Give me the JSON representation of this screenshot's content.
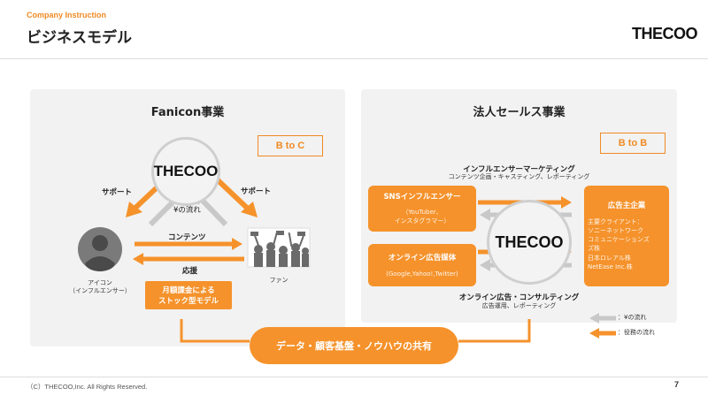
{
  "header": {
    "subtitle": "Company Instruction",
    "title": "ビジネスモデル",
    "logo": "THECOO"
  },
  "left_panel": {
    "title": "Fanicon事業",
    "tag": "B to C",
    "center_logo": "THECOO",
    "support_left": "サポート",
    "support_right": "サポート",
    "money_flow": "¥の流れ",
    "contents": "コンテンツ",
    "support_back": "応援",
    "icon_label_line1": "アイコン",
    "icon_label_line2": "（インフルエンサー）",
    "fan_label": "ファン",
    "model_line1": "月額課金による",
    "model_line2": "ストック型モデル"
  },
  "right_panel": {
    "title": "法人セールス事業",
    "tag": "B to B",
    "top_heading": "インフルエンサーマーケティング",
    "top_sub": "コンテンツ企画・キャスティング、レポーティング",
    "center_logo": "THECOO",
    "sns_title": "SNSインフルエンサー",
    "sns_sub_line1": "（YouTuber、",
    "sns_sub_line2": "インスタグラマー）",
    "online_title": "オンライン広告媒体",
    "online_sub": "(Google,Yahoo!,Twitter)",
    "client_title": "広告主企業",
    "client_lines": [
      "主要クライアント：",
      "ソニーネットワーク",
      "コミュニケーションズ",
      "ズ株",
      "日本ロレアル株",
      "NetEase Inc.株"
    ],
    "bottom_heading": "オンライン広告・コンサルティング",
    "bottom_sub": "広告運用、レポーティング",
    "legend_money": "：¥の流れ",
    "legend_service": "：役務の流れ"
  },
  "shared_bar": "データ・顧客基盤・ノウハウの共有",
  "footer": {
    "copyright": "（C）THECOO,Inc. All Rights Reserved.",
    "page": "7"
  },
  "colors": {
    "accent": "#f5922b",
    "gray_arrow": "#c8c8c8",
    "panel_bg": "#f2f2f2"
  }
}
